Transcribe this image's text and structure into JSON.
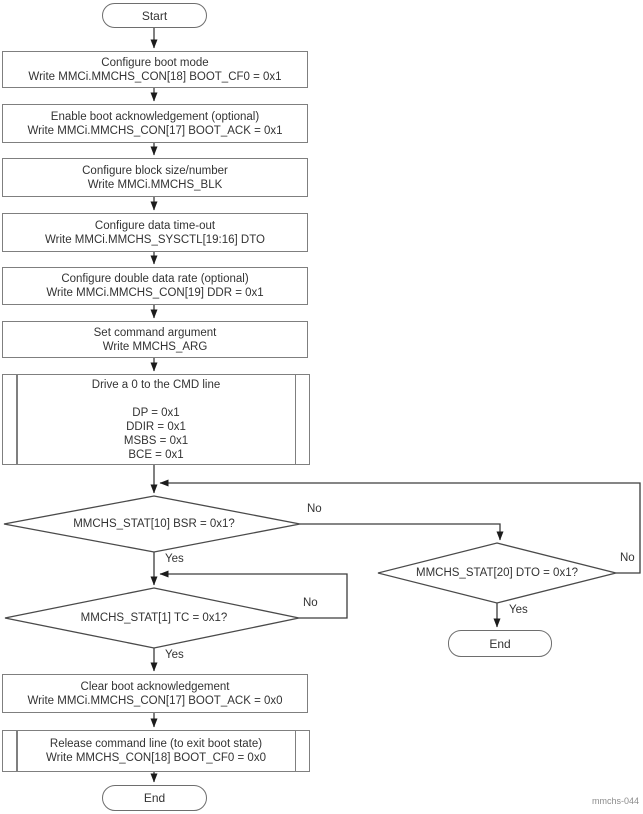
{
  "page": {
    "caption": "mmchs-044"
  },
  "colors": {
    "box_border": "#7f7f7f",
    "line": "#3c3c3c",
    "text": "#333333",
    "caption": "#8c8c8c",
    "background": "#ffffff"
  },
  "nodes": {
    "start": {
      "label": "Start"
    },
    "configure_boot_mode": {
      "line1": "Configure boot mode",
      "line2": "Write MMCi.MMCHS_CON[18] BOOT_CF0 = 0x1"
    },
    "enable_boot_ack": {
      "line1": "Enable boot acknowledgement (optional)",
      "line2": "Write MMCi.MMCHS_CON[17] BOOT_ACK = 0x1"
    },
    "configure_block": {
      "line1": "Configure block size/number",
      "line2": "Write MMCi.MMCHS_BLK"
    },
    "configure_timeout": {
      "line1": "Configure data time-out",
      "line2": "Write MMCi.MMCHS_SYSCTL[19:16] DTO"
    },
    "configure_ddr": {
      "line1": "Configure double data rate (optional)",
      "line2": "Write MMCi.MMCHS_CON[19] DDR = 0x1"
    },
    "set_cmd_arg": {
      "line1": "Set command argument",
      "line2": "Write MMCHS_ARG"
    },
    "drive_cmd": {
      "title": "Drive a 0 to the CMD line",
      "fields": [
        "DP = 0x1",
        "DDIR = 0x1",
        "MSBS = 0x1",
        "BCE = 0x1"
      ]
    },
    "bsr_check": {
      "question": "MMCHS_STAT[10] BSR = 0x1?",
      "yes_label": "Yes",
      "no_label": "No"
    },
    "tc_check": {
      "question": "MMCHS_STAT[1] TC = 0x1?",
      "yes_label": "Yes",
      "no_label": "No"
    },
    "dto_check": {
      "question": "MMCHS_STAT[20] DTO = 0x1?",
      "yes_label": "Yes",
      "no_label": "No"
    },
    "clear_boot_ack": {
      "line1": "Clear boot acknowledgement",
      "line2": "Write MMCi.MMCHS_CON[17] BOOT_ACK = 0x0"
    },
    "release_cmd": {
      "line1": "Release command line (to exit boot state)",
      "line2": "Write MMCHS_CON[18] BOOT_CF0 = 0x0"
    },
    "end_main": {
      "label": "End"
    },
    "end_timeout": {
      "label": "End"
    }
  }
}
